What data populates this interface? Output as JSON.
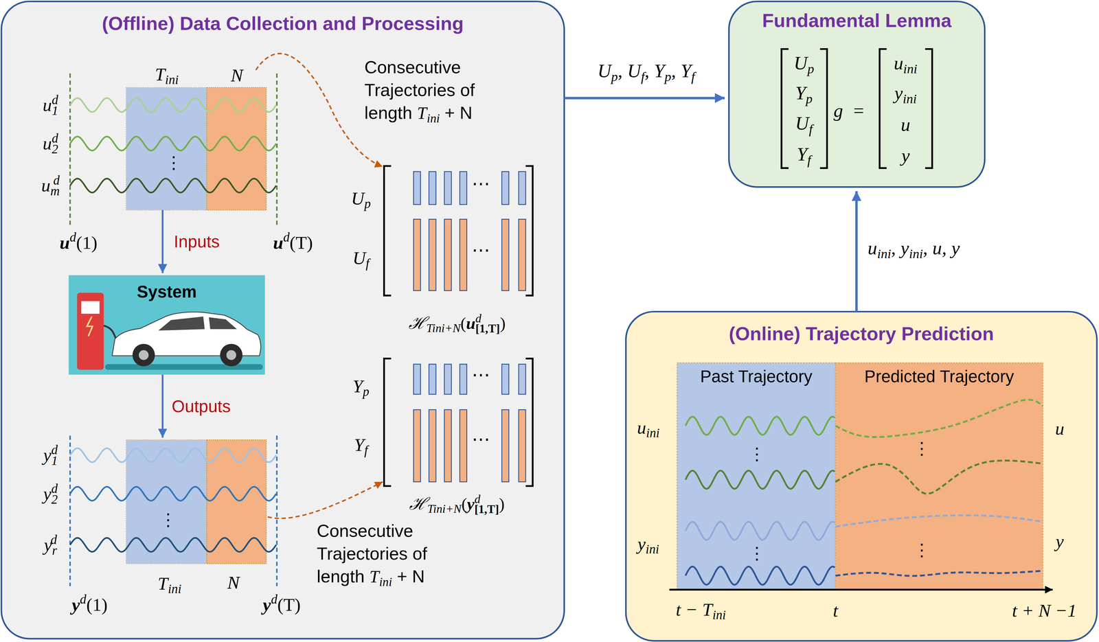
{
  "diagram": {
    "nodes": [
      {
        "text": [
          "(Offline) Data Collection and Processing"
        ]
      },
      {
        "text": [
          "System"
        ],
        "in": 0
      },
      {
        "text": [
          "Fundamental Lemma"
        ]
      },
      {
        "text": [
          "(Online) Trajectory Prediction"
        ]
      },
      {
        "text": [
          "Past Trajectory"
        ],
        "in": 3
      },
      {
        "text": [
          "Predicted Trajectory"
        ],
        "in": 3
      }
    ],
    "edges": [
      {
        "from": 0,
        "to": 2,
        "arrow": "to",
        "label": "Up, Uf, Yp, Yf"
      },
      {
        "from": 3,
        "to": 2,
        "arrow": "to",
        "label": "uini, yini, u, y"
      }
    ],
    "labels": [
      "Tini",
      "N",
      "u1d",
      "u2d",
      "⋮",
      "umd",
      "ud(1)",
      "ud(T)",
      "Inputs",
      "Outputs",
      "y1d",
      "y2d",
      "⋮",
      "yrd",
      "yd(1)",
      "yd(T)",
      "Tini",
      "N",
      "Consecutive Trajectories of length Tini + N",
      "Up",
      "Uf",
      "⋯",
      "⋯",
      "ℋTini+N(ud[1,T])",
      "Yp",
      "Yf",
      "⋯",
      "⋯",
      "ℋTini+N(yd[1,T])",
      "Consecutive Trajectories of length Tini + N",
      "Up",
      "Yp",
      "Uf",
      "Yf",
      "g",
      "=",
      "uini",
      "yini",
      "u",
      "y",
      "uini",
      "⋮",
      "yini",
      "⋮",
      "⋮",
      "⋮",
      "u",
      "y",
      "t − Tini",
      "t",
      "t + N −1"
    ]
  }
}
